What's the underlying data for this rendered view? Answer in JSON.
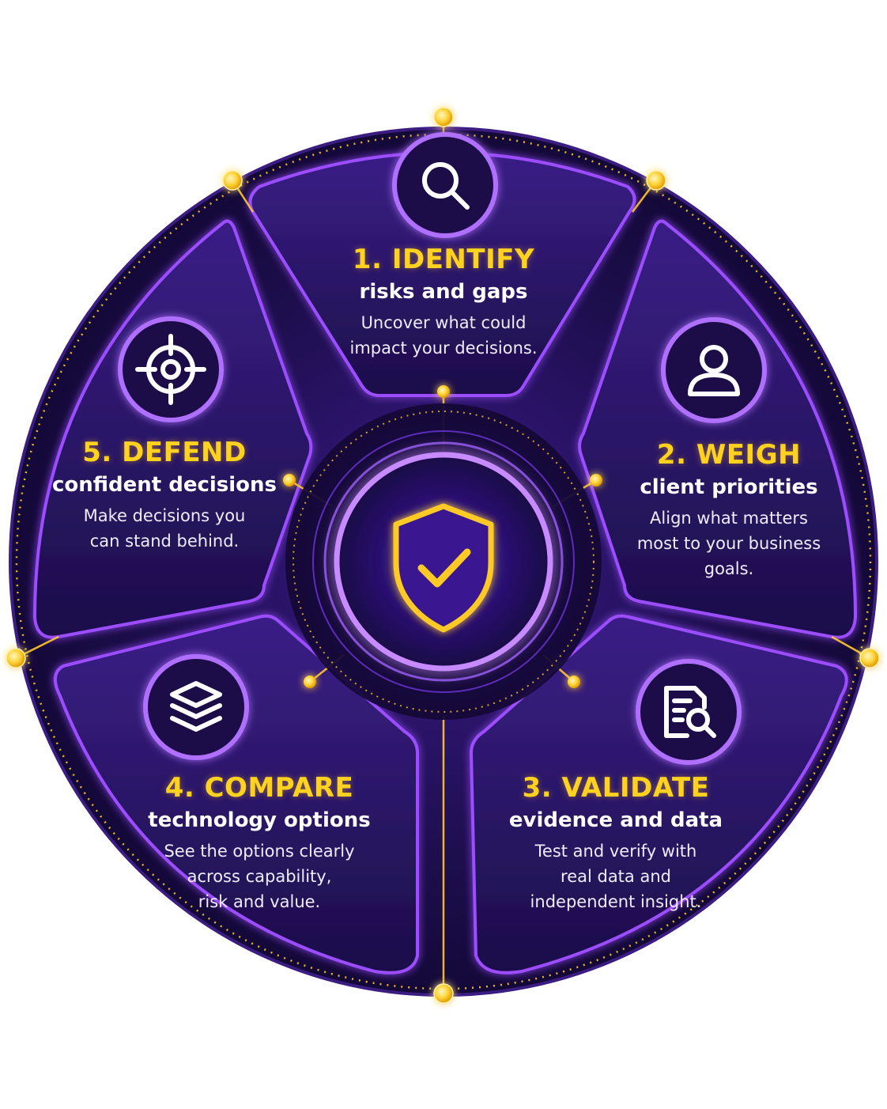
{
  "colors": {
    "background": "#ffffff",
    "panel_fill": "#2a1660",
    "panel_stroke": "#8b3dff",
    "accent_gold": "#ffc928",
    "title_gold": "#ffd21f",
    "text_white": "#ffffff",
    "ring_glow": "#a855ff",
    "outer_disc": "#1b0d45"
  },
  "center": {
    "icon": "shield-check-icon"
  },
  "steps": [
    {
      "title": "1. IDENTIFY",
      "subtitle": "risks and gaps",
      "desc": [
        "Uncover what could",
        "impact your decisions."
      ],
      "icon": "search-icon"
    },
    {
      "title": "2. WEIGH",
      "subtitle": "client priorities",
      "desc": [
        "Align what matters",
        "most to your business",
        "goals."
      ],
      "icon": "user-icon"
    },
    {
      "title": "3. VALIDATE",
      "subtitle": "evidence and data",
      "desc": [
        "Test and verify with",
        "real data and",
        "independent insight."
      ],
      "icon": "document-search-icon"
    },
    {
      "title": "4. COMPARE",
      "subtitle": "technology options",
      "desc": [
        "See the options clearly",
        "across capability,",
        "risk and value."
      ],
      "icon": "layers-icon"
    },
    {
      "title": "5. DEFEND",
      "subtitle": "confident decisions",
      "desc": [
        "Make decisions you",
        "can stand behind."
      ],
      "icon": "target-icon"
    }
  ]
}
